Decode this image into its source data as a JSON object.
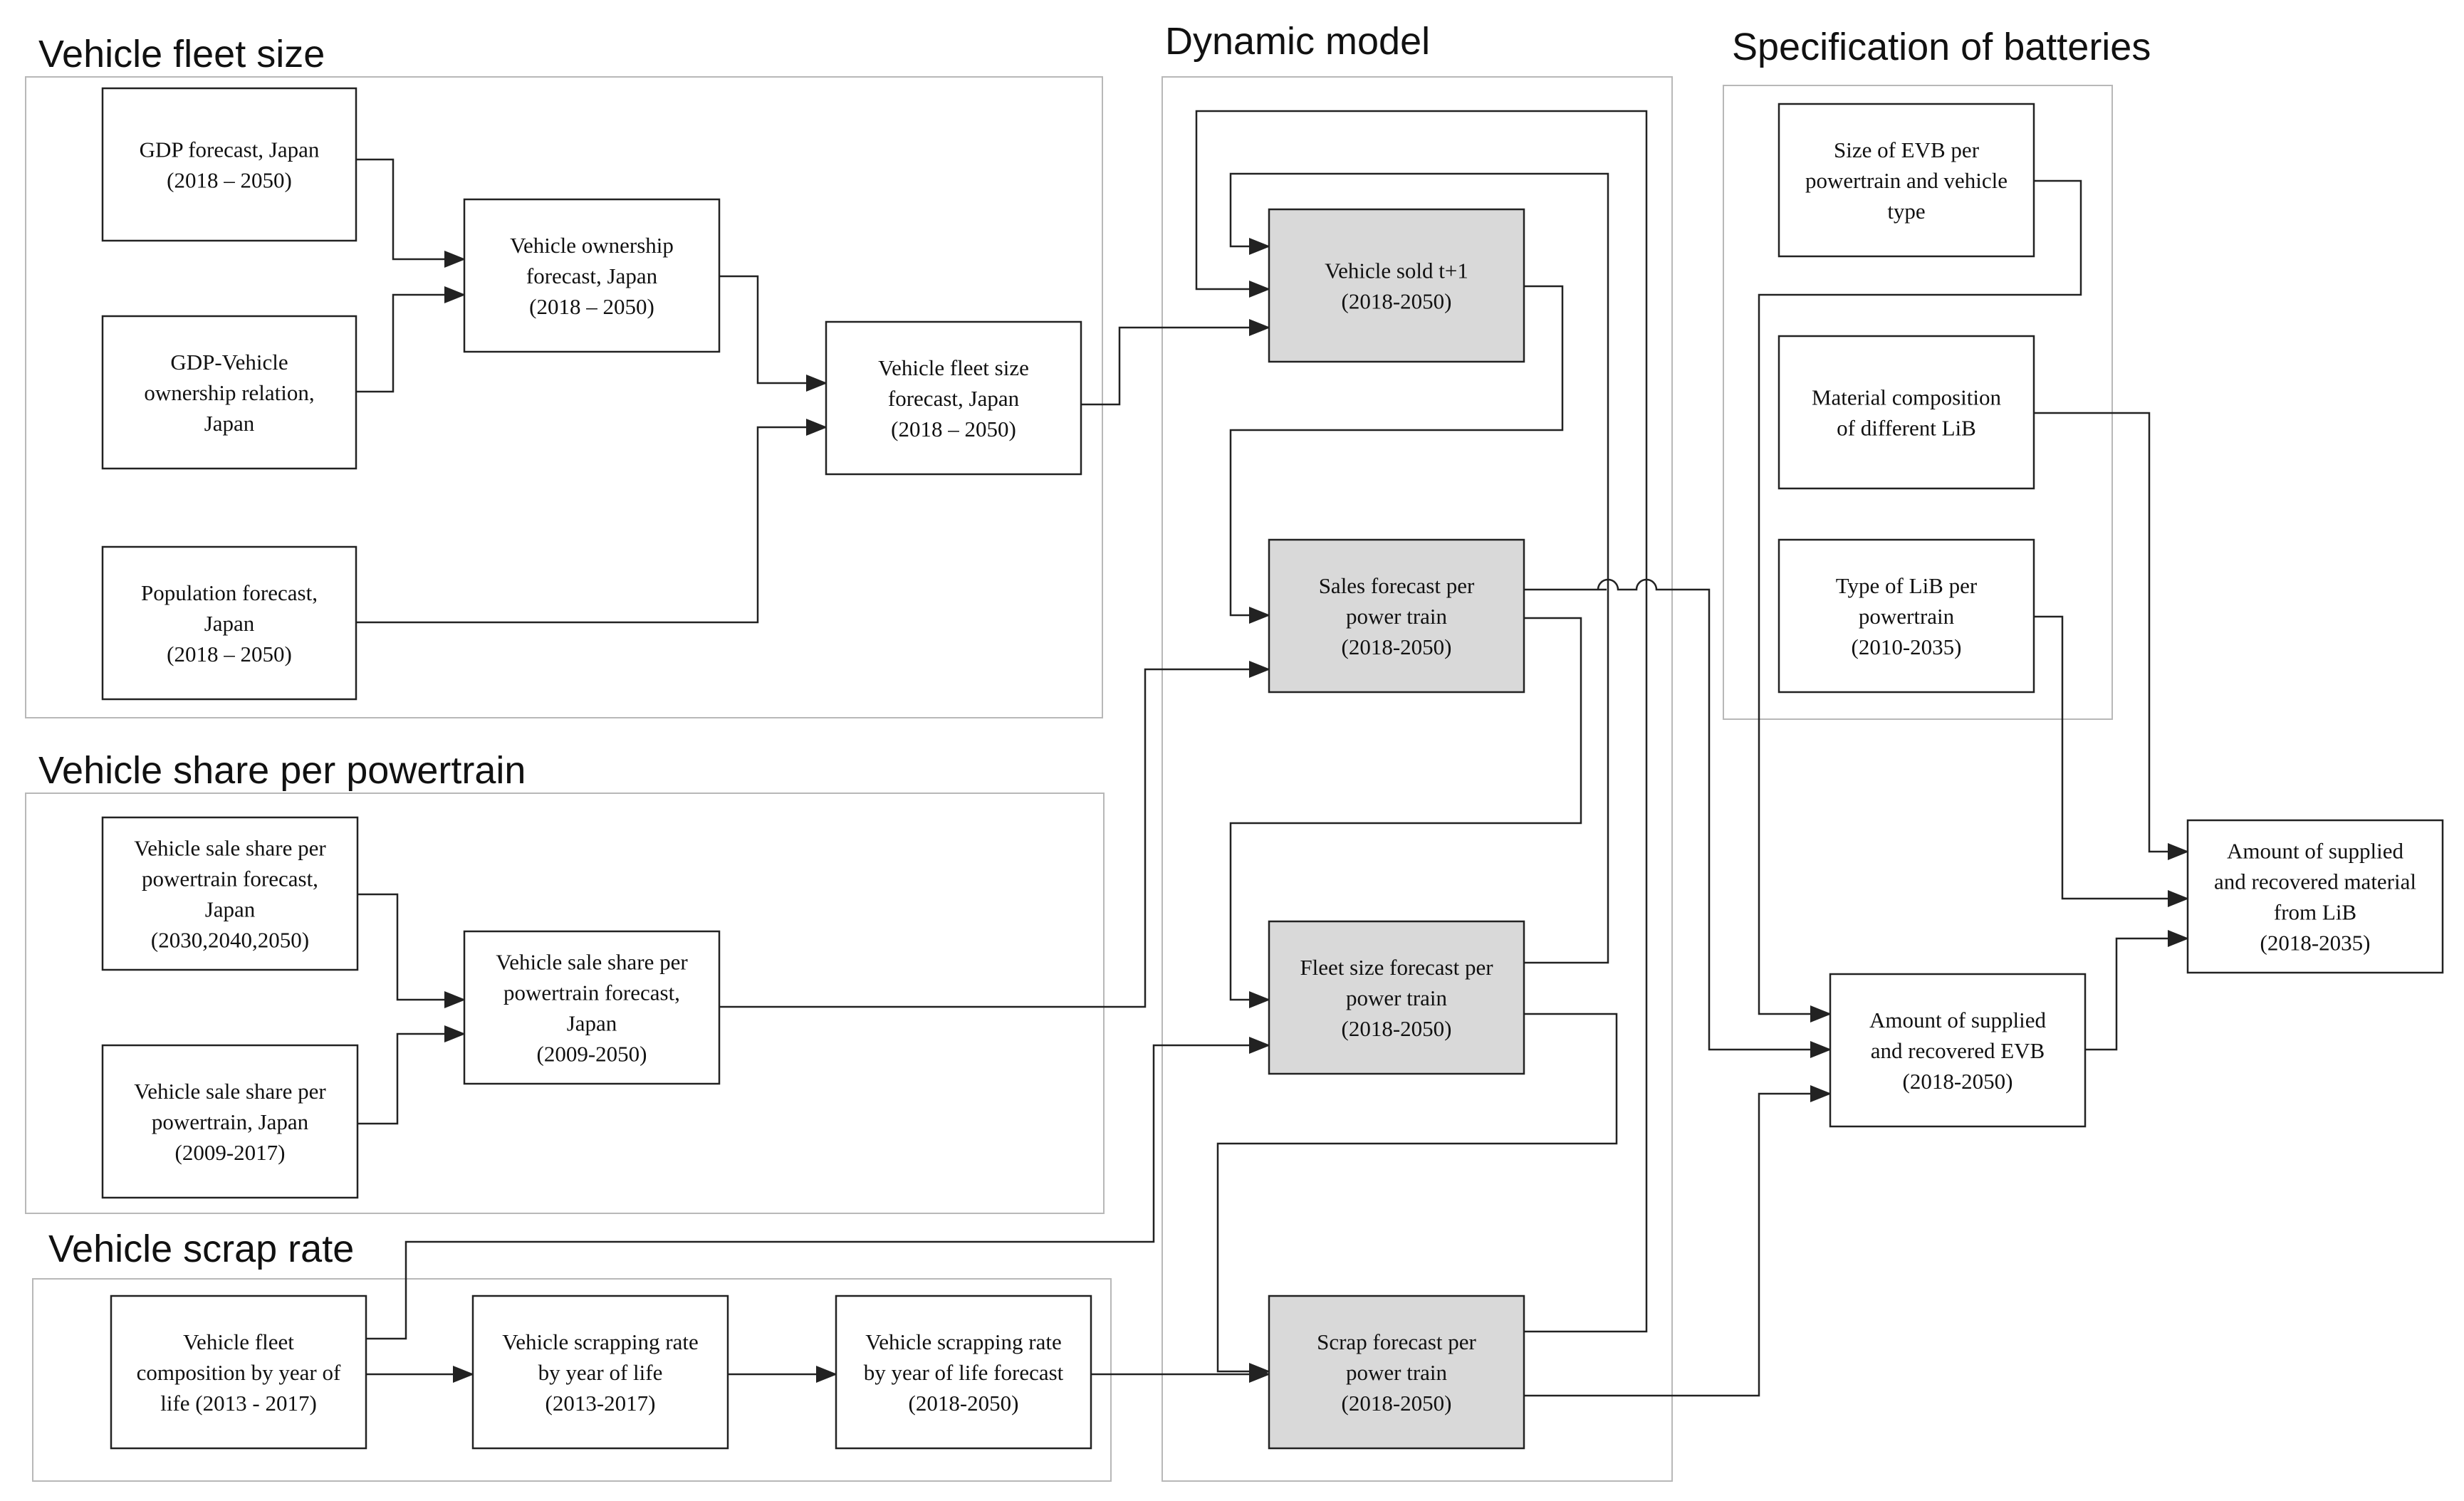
{
  "colors": {
    "node_fill_default": "#ffffff",
    "node_fill_dynamic": "#d9d9d9",
    "line": "#222222",
    "frame": "#b8b8b8"
  },
  "groups": [
    {
      "id": "fleet",
      "title": "Vehicle fleet size"
    },
    {
      "id": "share",
      "title": "Vehicle share per powertrain"
    },
    {
      "id": "scrap",
      "title": "Vehicle scrap rate"
    },
    {
      "id": "dynamic",
      "title": "Dynamic model"
    },
    {
      "id": "battery",
      "title": "Specification of batteries"
    }
  ],
  "nodes": [
    {
      "id": "gdp",
      "group": "fleet",
      "lines": [
        "GDP forecast, Japan",
        "(2018 – 2050)"
      ]
    },
    {
      "id": "gdp_rel",
      "group": "fleet",
      "lines": [
        "GDP-Vehicle",
        "ownership relation,",
        "Japan"
      ]
    },
    {
      "id": "pop",
      "group": "fleet",
      "lines": [
        "Population forecast,",
        "Japan",
        "(2018 – 2050)"
      ]
    },
    {
      "id": "own",
      "group": "fleet",
      "lines": [
        "Vehicle ownership",
        "forecast, Japan",
        "(2018 – 2050)"
      ]
    },
    {
      "id": "fleet_fc",
      "group": "fleet",
      "lines": [
        "Vehicle fleet size",
        "forecast, Japan",
        "(2018 – 2050)"
      ]
    },
    {
      "id": "sale_share_fc",
      "group": "share",
      "lines": [
        "Vehicle sale share per",
        "powertrain forecast,",
        "Japan",
        "(2030,2040,2050)"
      ]
    },
    {
      "id": "sale_share_hist",
      "group": "share",
      "lines": [
        "Vehicle sale share per",
        "powertrain, Japan",
        "(2009-2017)"
      ]
    },
    {
      "id": "sale_share_all",
      "group": "share",
      "lines": [
        "Vehicle sale share per",
        "powertrain forecast,",
        "Japan",
        "(2009-2050)"
      ]
    },
    {
      "id": "fleet_comp",
      "group": "scrap",
      "lines": [
        "Vehicle fleet",
        "composition by year of",
        "life (2013 - 2017)"
      ]
    },
    {
      "id": "scrap_rate",
      "group": "scrap",
      "lines": [
        "Vehicle scrapping rate",
        "by year of life",
        "(2013-2017)"
      ]
    },
    {
      "id": "scrap_rate_fc",
      "group": "scrap",
      "lines": [
        "Vehicle scrapping rate",
        "by year of life forecast",
        "(2018-2050)"
      ]
    },
    {
      "id": "sold",
      "group": "dynamic",
      "lines": [
        "Vehicle sold t+1",
        "(2018-2050)"
      ]
    },
    {
      "id": "sales_pt",
      "group": "dynamic",
      "lines": [
        "Sales forecast per",
        "power train",
        "(2018-2050)"
      ]
    },
    {
      "id": "fleet_pt",
      "group": "dynamic",
      "lines": [
        "Fleet size forecast per",
        "power train",
        "(2018-2050)"
      ]
    },
    {
      "id": "scrap_pt",
      "group": "dynamic",
      "lines": [
        "Scrap forecast per",
        "power train",
        "(2018-2050)"
      ]
    },
    {
      "id": "evb_size",
      "group": "battery",
      "lines": [
        "Size of EVB per",
        "powertrain and vehicle",
        "type"
      ]
    },
    {
      "id": "mat_comp",
      "group": "battery",
      "lines": [
        "Material composition",
        "of different LiB"
      ]
    },
    {
      "id": "lib_type",
      "group": "battery",
      "lines": [
        "Type of LiB per",
        "powertrain",
        "(2010-2035)"
      ]
    },
    {
      "id": "evb_amount",
      "group": "output",
      "lines": [
        "Amount of supplied",
        "and recovered EVB",
        "(2018-2050)"
      ]
    },
    {
      "id": "mat_amount",
      "group": "output",
      "lines": [
        "Amount of supplied",
        "and recovered material",
        "from LiB",
        "(2018-2035)"
      ]
    }
  ],
  "edges": [
    {
      "from": "gdp",
      "to": "own"
    },
    {
      "from": "gdp_rel",
      "to": "own"
    },
    {
      "from": "own",
      "to": "fleet_fc"
    },
    {
      "from": "pop",
      "to": "fleet_fc"
    },
    {
      "from": "fleet_fc",
      "to": "sold"
    },
    {
      "from": "sold",
      "to": "sales_pt"
    },
    {
      "from": "sales_pt",
      "to": "fleet_pt"
    },
    {
      "from": "fleet_pt",
      "to": "scrap_pt"
    },
    {
      "from": "fleet_pt",
      "to": "sold"
    },
    {
      "from": "scrap_pt",
      "to": "sold"
    },
    {
      "from": "sale_share_fc",
      "to": "sale_share_all"
    },
    {
      "from": "sale_share_hist",
      "to": "sale_share_all"
    },
    {
      "from": "sale_share_all",
      "to": "sales_pt"
    },
    {
      "from": "fleet_comp",
      "to": "scrap_rate"
    },
    {
      "from": "fleet_comp",
      "to": "fleet_pt"
    },
    {
      "from": "scrap_rate",
      "to": "scrap_rate_fc"
    },
    {
      "from": "scrap_rate_fc",
      "to": "scrap_pt"
    },
    {
      "from": "sales_pt",
      "to": "evb_amount"
    },
    {
      "from": "scrap_pt",
      "to": "evb_amount"
    },
    {
      "from": "evb_size",
      "to": "evb_amount"
    },
    {
      "from": "evb_amount",
      "to": "mat_amount"
    },
    {
      "from": "mat_comp",
      "to": "mat_amount"
    },
    {
      "from": "lib_type",
      "to": "mat_amount"
    }
  ]
}
